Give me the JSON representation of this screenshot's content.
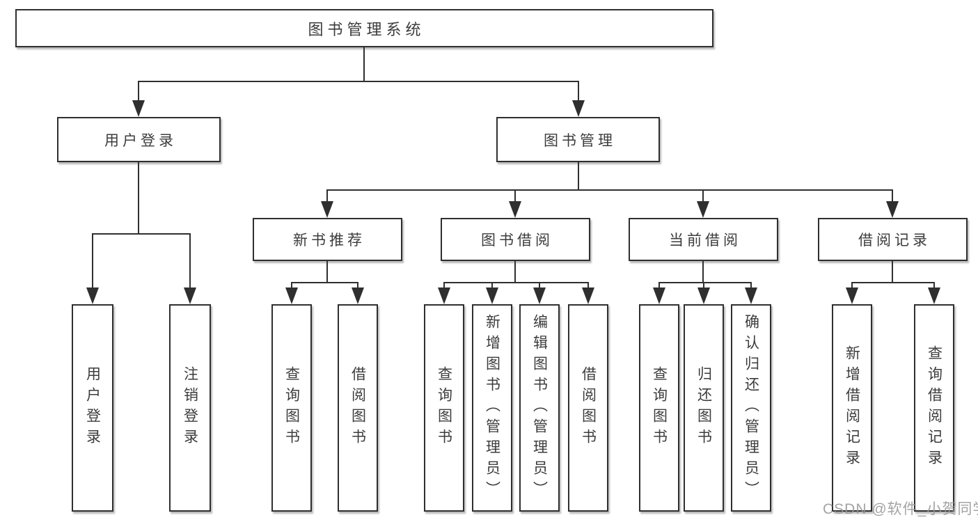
{
  "tree": {
    "root": {
      "label": "图书管理系统"
    },
    "level2": [
      {
        "label": "用户登录",
        "leaves": [
          {
            "label": "用户登录"
          },
          {
            "label": "注销登录"
          }
        ]
      },
      {
        "label": "图书管理",
        "groups": [
          {
            "label": "新书推荐",
            "leaves": [
              {
                "label": "查询图书"
              },
              {
                "label": "借阅图书"
              }
            ]
          },
          {
            "label": "图书借阅",
            "leaves": [
              {
                "label": "查询图书"
              },
              {
                "label": "新增图书（管理员）"
              },
              {
                "label": "编辑图书（管理员）"
              },
              {
                "label": "借阅图书"
              }
            ]
          },
          {
            "label": "当前借阅",
            "leaves": [
              {
                "label": "查询图书"
              },
              {
                "label": "归还图书"
              },
              {
                "label": "确认归还（管理员）"
              }
            ]
          },
          {
            "label": "借阅记录",
            "leaves": [
              {
                "label": "新增借阅记录"
              },
              {
                "label": "查询借阅记录"
              }
            ]
          }
        ]
      }
    ]
  },
  "watermark": {
    "text": "CSDN @软件_小贺同学"
  },
  "colors": {
    "line": "#2f2f2f",
    "box_border": "#2f2f2f",
    "text": "#3c3c3c",
    "background": "#ffffff",
    "watermark": "#969696"
  }
}
